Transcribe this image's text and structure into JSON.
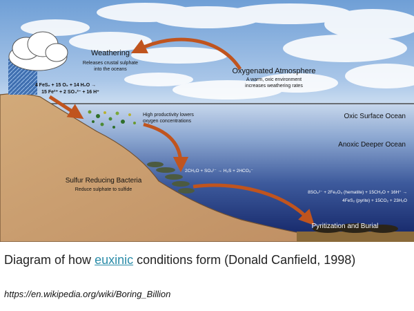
{
  "diagram": {
    "weathering": {
      "title": "Weathering",
      "sub1": "Releases crustal sulphate",
      "sub2": "into the oceans"
    },
    "atmosphere": {
      "title": "Oxygenated Atmosphere",
      "sub1": "A warm, oxic environment",
      "sub2": "increases weathering rates"
    },
    "reaction1": {
      "line1": "4 FeS₂ + 15 O₂ + 14 H₂O →",
      "line2": "15 Fe²⁺ + 2 SO₄²⁻ + 16 H⁺"
    },
    "productivity": {
      "line1": "High productivity lowers",
      "line2": "oxygen concentrations"
    },
    "oxic_label": "Oxic Surface Ocean",
    "anoxic_label": "Anoxic Deeper Ocean",
    "reaction2": "2CH₂O + SO₄²⁻ → H₂S + 2HCO₃⁻",
    "bacteria": {
      "title": "Sulfur Reducing Bacteria",
      "sub": "Reduce sulphate to sulfide"
    },
    "reaction3": {
      "line1": "8SO₄²⁻ + 2Fe₂O₃ (hematite) + 15CH₂O + 16H⁺ →",
      "line2": "4FeS₂ (pyrite) + 15CO₂ + 23H₂O"
    },
    "pyritization": "Pyritization and Burial",
    "colors": {
      "sky": "#8fb6e0",
      "surface_ocean": "#a6c0e0",
      "deep_ocean": "#1a2f70",
      "land": "#c9a070",
      "arrow": "#c0541e",
      "rain": "#3f6fb0"
    }
  },
  "caption": {
    "before": "Diagram of how ",
    "link": "euxinic",
    "after": " conditions form (Donald Canfield, 1998)"
  },
  "source_url": "https://en.wikipedia.org/wiki/Boring_Billion"
}
